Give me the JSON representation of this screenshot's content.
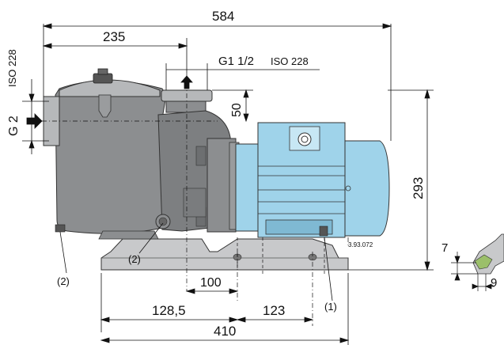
{
  "drawing": {
    "dimensions": {
      "overall_length": "584",
      "inlet_to_outlet": "235",
      "outlet_spec_g": "G1 1/2",
      "outlet_spec_iso": "ISO 228",
      "outlet_height": "50",
      "total_height": "293",
      "inlet_iso": "ISO 228",
      "inlet_g": "G 2",
      "center_offset_100": "100",
      "left_base_1285": "128,5",
      "right_base_123": "123",
      "base_length_410": "410",
      "foot_height_7": "7",
      "foot_width_9": "9"
    },
    "callouts": {
      "drain_left": "(2)",
      "drain_center": "(2)",
      "foot": "(1)"
    },
    "reference_code": "3.93.072",
    "colors": {
      "pump_body": "#8c8e90",
      "motor": "#9fd3ea",
      "base": "#c8c9cb",
      "line": "#111111",
      "foot_accent": "#9bbf6a"
    }
  }
}
